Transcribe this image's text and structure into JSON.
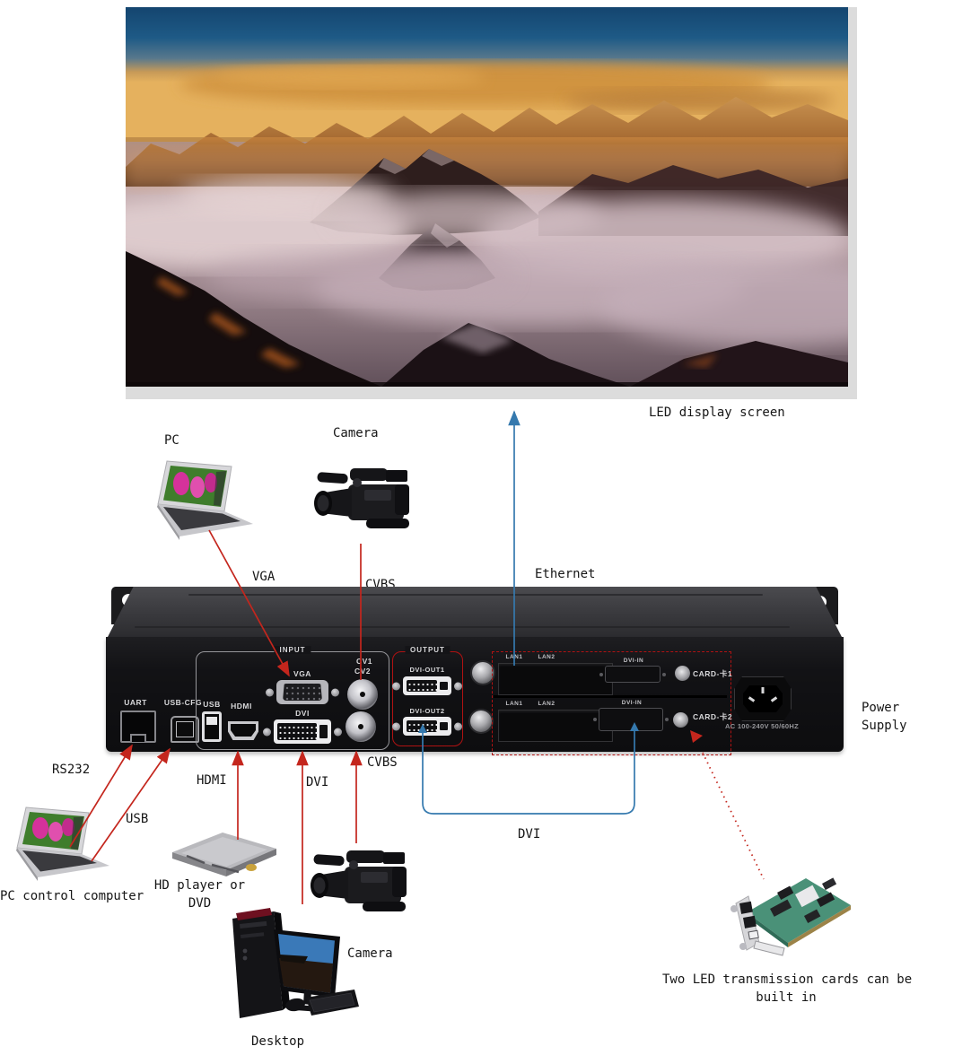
{
  "captions": {
    "pc": "PC",
    "camera_top": "Camera",
    "vga": "VGA",
    "cvbs_top": "CVBS",
    "ethernet": "Ethernet",
    "led_screen": "LED display screen",
    "rs232": "RS232",
    "usb": "USB",
    "hdmi": "HDMI",
    "dvi": "DVI",
    "cvbs_bottom": "CVBS",
    "dvi_loop": "DVI",
    "power_line1": "Power",
    "power_line2": "Supply",
    "pc_control": "PC control computer",
    "hd_player_line1": "HD player or",
    "hd_player_line2": "DVD",
    "desktop": "Desktop",
    "camera_bottom": "Camera",
    "trans_line1": "Two LED transmission cards can be",
    "trans_line2": "built in"
  },
  "device_panel": {
    "uart": "UART",
    "usb_cfg": "USB-CFG",
    "usb": "USB",
    "hdmi": "HDMI",
    "input_group": "INPUT",
    "vga": "VGA",
    "dvi": "DVI",
    "cv1": "CV1",
    "cv2": "CV2",
    "output_group": "OUTPUT",
    "dvi_out1": "DVI-OUT1",
    "dvi_out2": "DVI-OUT2",
    "lan1": "LAN1",
    "lan2": "LAN2",
    "dvi_in": "DVI-IN",
    "card1": "CARD-卡1",
    "card2": "CARD-卡2",
    "ac": "AC 100-240V 50/60HZ"
  },
  "colors": {
    "arrow_red": "#c4261d",
    "arrow_blue": "#3579ae",
    "outline_red": "#b01212",
    "device_body": "#121215",
    "photo_mat": "#dcdcdc"
  }
}
